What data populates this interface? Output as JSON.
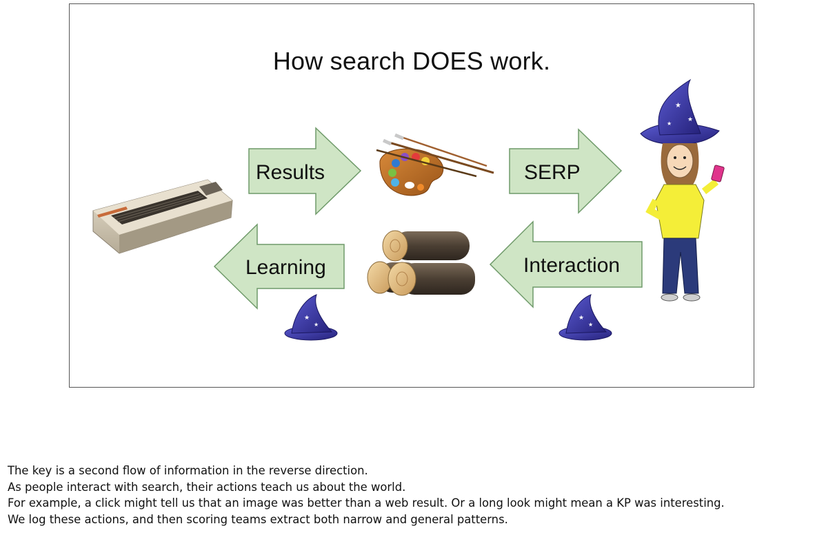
{
  "slide": {
    "title": "How search DOES work.",
    "arrows": {
      "results": "Results",
      "serp": "SERP",
      "learning": "Learning",
      "interaction": "Interaction"
    },
    "arrow_fill": "#cfe5c5",
    "arrow_stroke": "#6f9a6a",
    "icons": [
      "keyboard-computer-icon",
      "paint-palette-icon",
      "wood-logs-icon",
      "wizard-girl-icon",
      "wizard-hat-icon"
    ]
  },
  "notes": {
    "lines": [
      "The key is a second flow of information in the reverse direction.",
      "As people interact with search, their actions teach us about the world.",
      "For example, a click might tell us that an image was better than a web result.  Or a long look might mean a KP was interesting.",
      "We log these actions, and then scoring teams extract both narrow and general patterns."
    ]
  }
}
